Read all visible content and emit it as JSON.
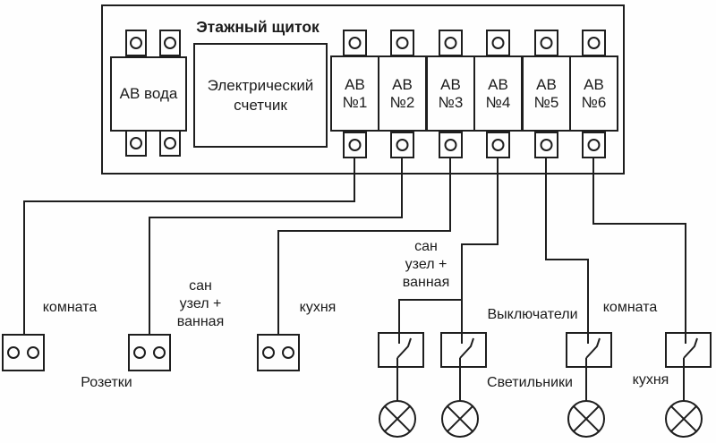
{
  "panel": {
    "title": "Этажный щиток",
    "water_breaker_label": "АВ вода",
    "meter_label": [
      "Электрический",
      "счетчик"
    ],
    "breakers": [
      {
        "l1": "АВ",
        "l2": "№1"
      },
      {
        "l1": "АВ",
        "l2": "№2"
      },
      {
        "l1": "АВ",
        "l2": "№3"
      },
      {
        "l1": "АВ",
        "l2": "№4"
      },
      {
        "l1": "АВ",
        "l2": "№5"
      },
      {
        "l1": "АВ",
        "l2": "№6"
      }
    ]
  },
  "labels": {
    "socket_room": "комната",
    "sockets_group": "Розетки",
    "socket_bathroom": [
      "сан",
      "узел +",
      "ванная"
    ],
    "socket_kitchen": "кухня",
    "light_bathroom": [
      "сан",
      "узел +",
      "ванная"
    ],
    "switches_group": "Выключатели",
    "light_room": "комната",
    "lights_group": "Светильники",
    "light_kitchen": "кухня"
  },
  "colors": {
    "line": "#1e1e1e",
    "background": "#fefefe"
  }
}
